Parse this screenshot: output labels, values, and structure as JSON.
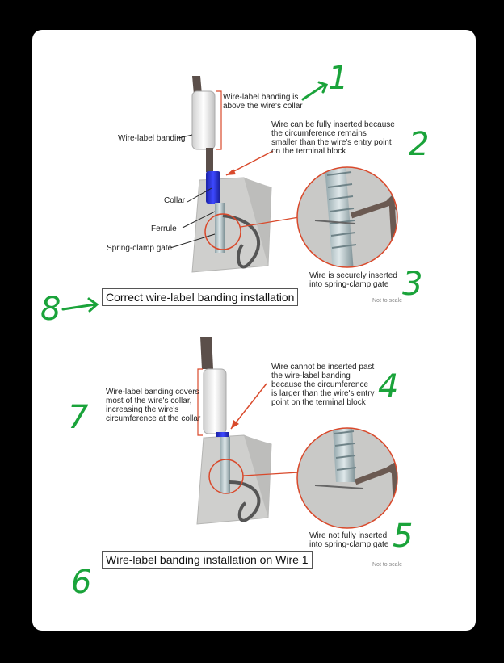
{
  "colors": {
    "annotation_green": "#1aa33a",
    "pointer_red": "#d9492b",
    "collar_blue": "#2b34d9",
    "terminal_gray": "#cfcfcd"
  },
  "top": {
    "label_banding_above": "Wire-label banding is\nabove the wire's collar",
    "label_full_insert": "Wire can be fully inserted because\nthe circumference remains\nsmaller than the wire's entry point\non the terminal block",
    "label_banding": "Wire-label banding",
    "label_collar": "Collar",
    "label_ferrule": "Ferrule",
    "label_gate": "Spring-clamp gate",
    "label_secure": "Wire is securely inserted\ninto spring-clamp gate",
    "scale": "Not to scale",
    "caption": "Correct wire-label banding installation"
  },
  "bottom": {
    "label_cannot": "Wire cannot be inserted past\nthe wire-label banding\nbecause the circumference\nis larger than the wire's entry\npoint on the terminal block",
    "label_covers": "Wire-label banding covers\nmost of the wire's collar,\nincreasing the wire's\ncircumference at the collar",
    "label_not_full": "Wire not fully inserted\ninto spring-clamp gate",
    "scale": "Not to scale",
    "caption": "Wire-label banding installation on Wire 1"
  },
  "handwritten": {
    "n1": "1",
    "n2": "2",
    "n3": "3",
    "n4": "4",
    "n5": "5",
    "n6": "6",
    "n7": "7",
    "n8": "8"
  }
}
